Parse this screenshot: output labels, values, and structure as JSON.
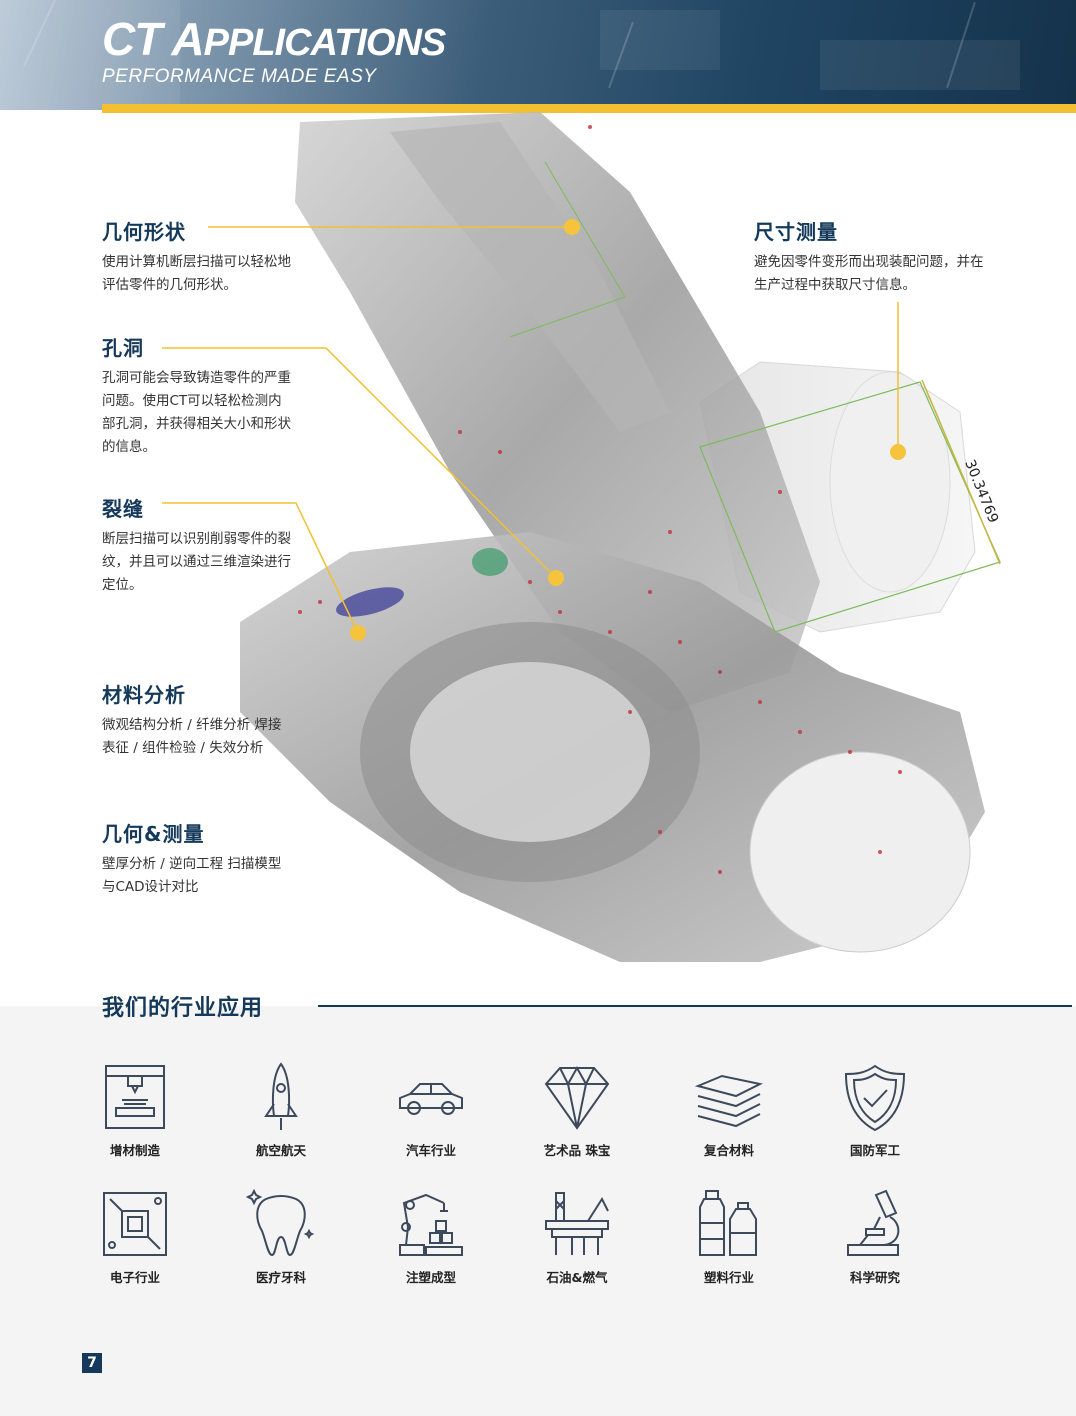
{
  "header": {
    "title_big1": "CT A",
    "title_small1": "PPLICATIONS",
    "subtitle": "PERFORMANCE MADE EASY"
  },
  "features": {
    "geometry": {
      "title": "几何形状",
      "text": "使用计算机断层扫描可以轻松地评估零件的几何形状。"
    },
    "pores": {
      "title": "孔洞",
      "text": "孔洞可能会导致铸造零件的严重问题。使用CT可以轻松检测内部孔洞，并获得相关大小和形状的信息。"
    },
    "cracks": {
      "title": "裂缝",
      "text": "断层扫描可以识别削弱零件的裂纹，并且可以通过三维渲染进行定位。"
    },
    "material": {
      "title": "材料分析",
      "text": "微观结构分析 / 纤维分析 焊接表征 / 组件检验 / 失效分析"
    },
    "geo_measure": {
      "title": "几何&测量",
      "text": "壁厚分析 / 逆向工程 扫描模型与CAD设计对比"
    },
    "dimension": {
      "title": "尺寸测量",
      "text": "避免因零件变形而出现装配问题，并在生产过程中获取尺寸信息。"
    }
  },
  "measurement_label": "30.34769",
  "industry": {
    "title": "我们的行业应用",
    "items": [
      {
        "label": "增材制造",
        "icon": "3d-printer-icon"
      },
      {
        "label": "航空航天",
        "icon": "rocket-icon"
      },
      {
        "label": "汽车行业",
        "icon": "car-icon"
      },
      {
        "label": "艺术品 珠宝",
        "icon": "diamond-icon"
      },
      {
        "label": "复合材料",
        "icon": "composite-layers-icon"
      },
      {
        "label": "国防军工",
        "icon": "shield-icon"
      },
      {
        "label": "电子行业",
        "icon": "circuit-board-icon"
      },
      {
        "label": "医疗牙科",
        "icon": "tooth-icon"
      },
      {
        "label": "注塑成型",
        "icon": "robot-arm-icon"
      },
      {
        "label": "石油&燃气",
        "icon": "oil-rig-icon"
      },
      {
        "label": "塑料行业",
        "icon": "plastic-bottles-icon"
      },
      {
        "label": "科学研究",
        "icon": "microscope-icon"
      }
    ]
  },
  "page_number": "7",
  "colors": {
    "navy": "#14395a",
    "gold": "#f2c030"
  }
}
